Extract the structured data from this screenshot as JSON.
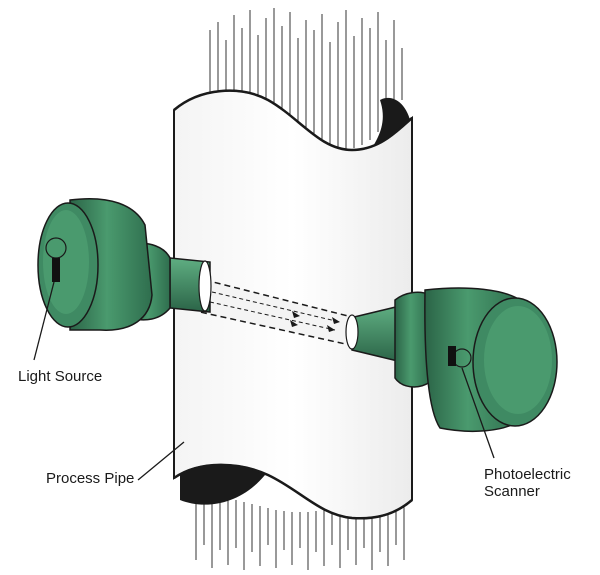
{
  "labels": {
    "light_source": "Light Source",
    "process_pipe": "Process Pipe",
    "photoelectric_scanner_line1": "Photoelectric",
    "photoelectric_scanner_line2": "Scanner"
  },
  "colors": {
    "housing_green": "#3f8a63",
    "housing_green_light": "#5fae82",
    "housing_green_dark": "#2b6447",
    "pipe_fill": "#ffffff",
    "outline": "#1a1a1a",
    "label_text": "#1a1a1a"
  }
}
